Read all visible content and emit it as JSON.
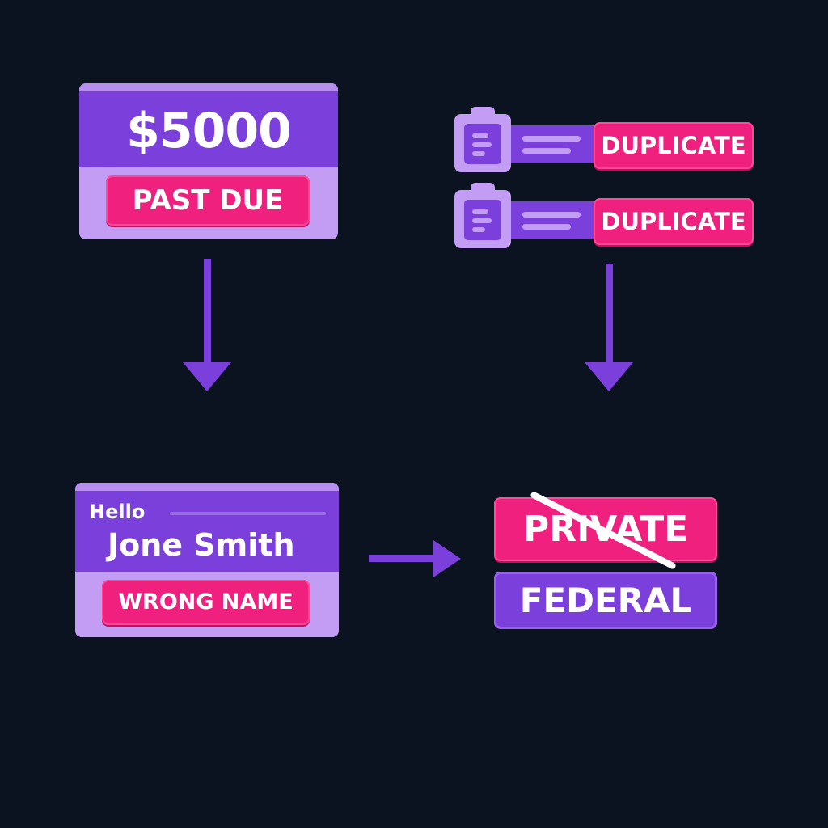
{
  "amount_card": {
    "amount": "$5000",
    "status": "PAST DUE"
  },
  "duplicate_rows": [
    {
      "label": "DUPLICATE",
      "icon": "clipboard-icon"
    },
    {
      "label": "DUPLICATE",
      "icon": "clipboard-icon"
    }
  ],
  "name_card": {
    "greeting": "Hello",
    "name": "Jone Smith",
    "status": "WRONG NAME"
  },
  "type_labels": {
    "crossed_out": "PRIVATE",
    "corrected": "FEDERAL"
  },
  "colors": {
    "background": "#0c1320",
    "purple": "#7b3fdb",
    "lavender": "#c39cf3",
    "pink": "#f0217e",
    "text": "#ffffff"
  }
}
